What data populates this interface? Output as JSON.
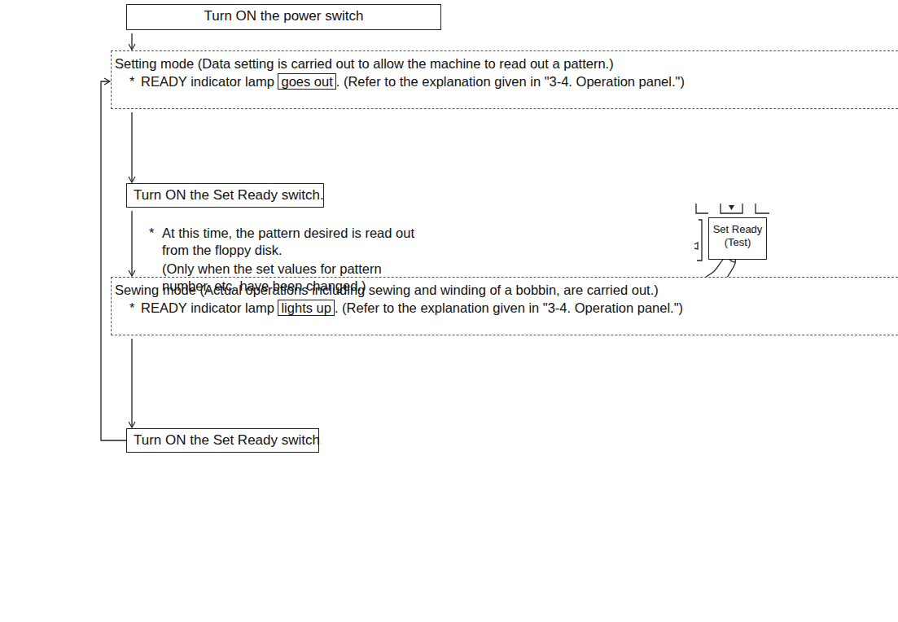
{
  "diagram": {
    "nodes": [
      {
        "text": [
          "Turn ON the power switch"
        ]
      },
      {
        "text": [
          "Setting mode (Data setting is carried out to allow the machine to read out a pattern.)",
          "*",
          "READY indicator lamp",
          "goes out",
          ". (Refer to the explanation given in \"3-4. Operation panel.\")"
        ]
      },
      {
        "text": [
          "Turn ON the Set Ready switch."
        ]
      },
      {
        "text": [
          "Sewing mode (Actual operations including sewing and winding of a bobbin, are carried out.)",
          "*",
          "READY indicator lamp",
          "lights up",
          ". (Refer to the explanation given in \"3-4. Operation panel.\")"
        ]
      },
      {
        "text": [
          "Turn ON the Set Ready switch"
        ]
      },
      {
        "text": [
          "Set Ready (Test)"
        ]
      }
    ],
    "edges": [
      {
        "from": 0,
        "to": 1,
        "arrow": "to"
      },
      {
        "from": 1,
        "to": 2,
        "arrow": "to"
      },
      {
        "from": 2,
        "to": 3,
        "arrow": "to"
      },
      {
        "from": 3,
        "to": 4,
        "arrow": "to"
      },
      {
        "from": 4,
        "to": 1,
        "arrow": "to"
      }
    ],
    "labels": [
      "*",
      "At this time, the pattern desired is read out from the floppy disk.",
      "(Only when the set values for pattern number, etc. have been changed.)"
    ]
  }
}
